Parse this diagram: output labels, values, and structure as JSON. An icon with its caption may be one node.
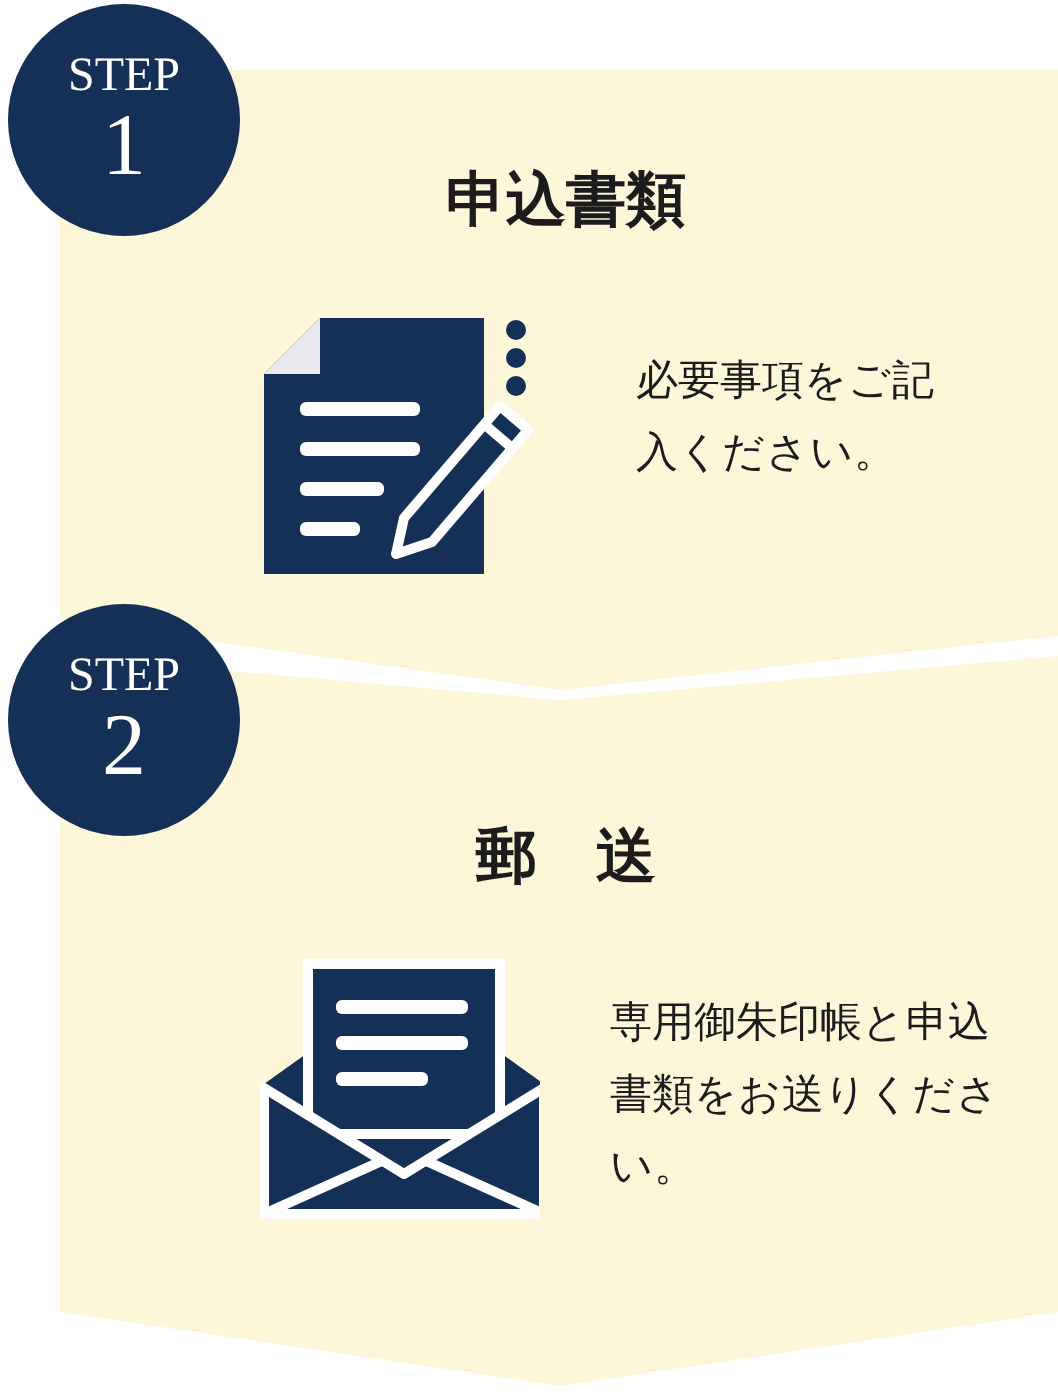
{
  "diagram": {
    "nodes": [
      {
        "text": [
          "STEP",
          "1"
        ]
      },
      {
        "text": [
          "申込書類",
          "必要事項をご記入ください。"
        ]
      },
      {
        "text": [
          "STEP",
          "2"
        ]
      },
      {
        "text": [
          "郵　送",
          "専用御朱印帳と申込書類をお送りください。"
        ]
      }
    ]
  }
}
